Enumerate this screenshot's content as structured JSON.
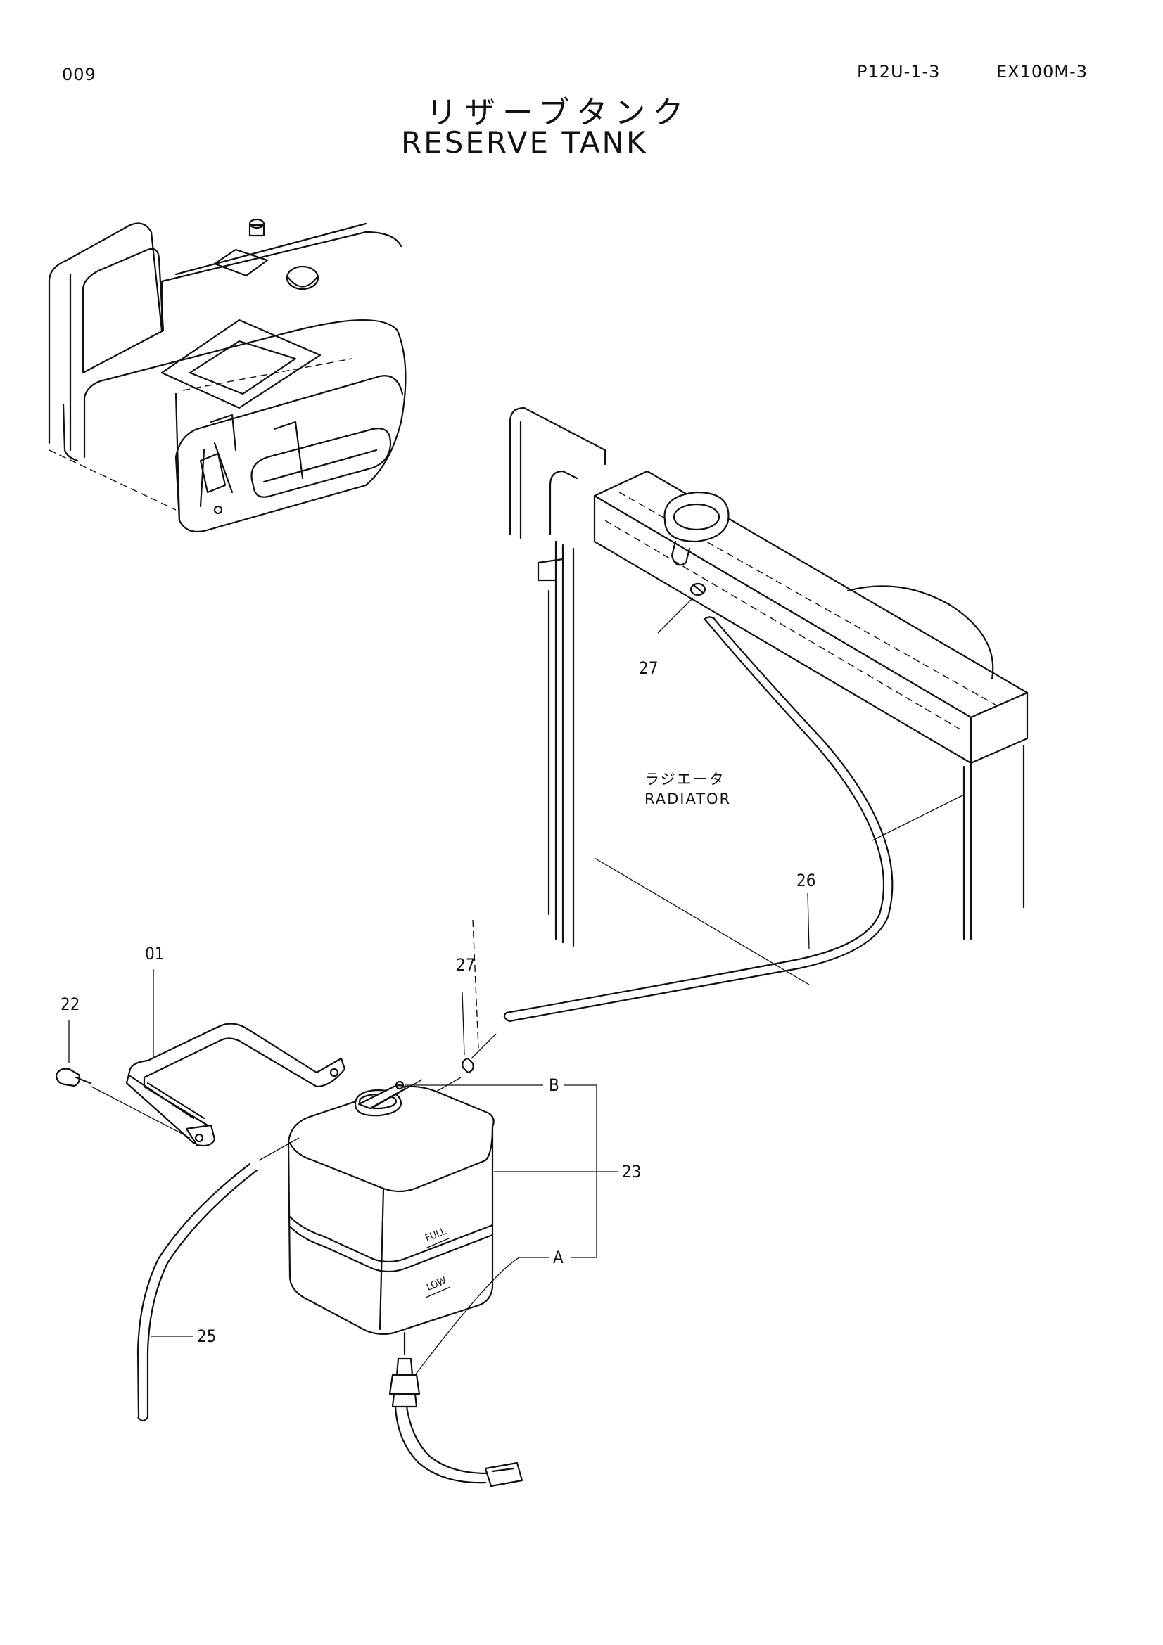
{
  "header": {
    "page_number": "009",
    "sheet_code": "P12U-1-3",
    "model_code": "EX100M-3"
  },
  "title": {
    "japanese": "リザーブタンク",
    "english": "RESERVE TANK"
  },
  "radiator_label": {
    "japanese": "ラジエータ",
    "english": "RADIATOR"
  },
  "callouts": {
    "p27_top": "27",
    "p26": "26",
    "p27_clip": "27",
    "p01": "01",
    "p22": "22",
    "pB": "B",
    "p23": "23",
    "pA": "A",
    "p25": "25"
  },
  "tank_marks": {
    "full": "FULL",
    "low": "LOW"
  }
}
